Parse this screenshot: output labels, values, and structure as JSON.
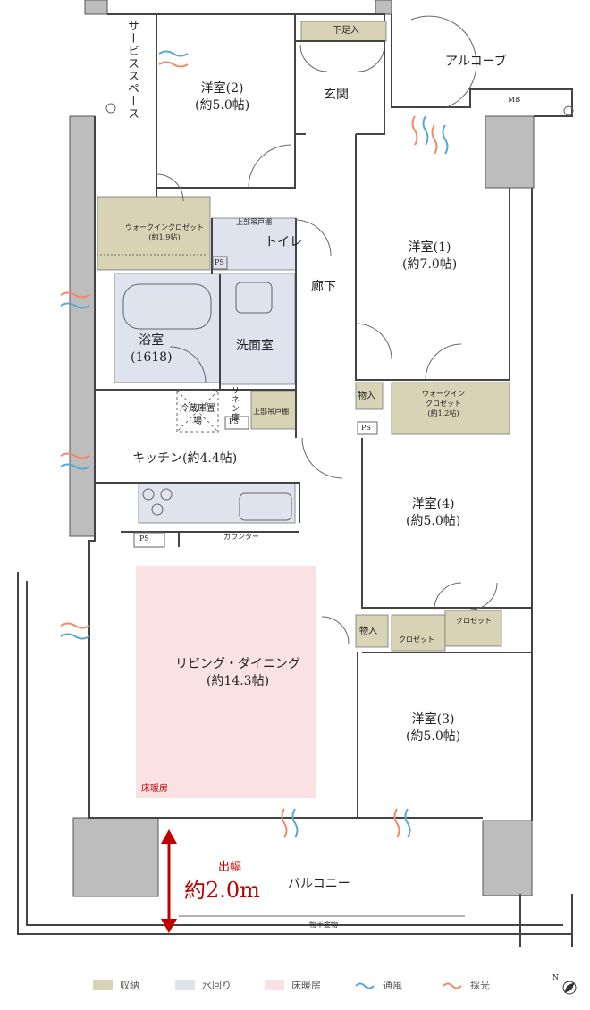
{
  "rooms": {
    "service_space": "サービススペース",
    "western2_name": "洋室(2)",
    "western2_size": "(約5.0帖)",
    "entrance": "玄関",
    "shoe_cabinet": "下足入",
    "alcove": "アルコーブ",
    "mb": "MB",
    "wic1_name": "ウォークインクロゼット",
    "wic1_size": "(約1.9帖)",
    "upper_cabinet_toilet": "上部吊戸棚",
    "toilet": "トイレ",
    "ps_toilet": "PS",
    "hallway": "廊下",
    "western1_name": "洋室(1)",
    "western1_size": "(約7.0帖)",
    "bath_name": "浴室",
    "bath_size": "(1618)",
    "washroom": "洗面室",
    "linen": "リネン庫",
    "upper_cabinet_wash": "上部吊戸棚",
    "ps_wash": "PS",
    "fridge": "冷蔵庫置場",
    "storage1": "物入",
    "wic2_name": "ウォークイン",
    "wic2_name2": "クロゼット",
    "wic2_size": "(約1.2帖)",
    "ps_hall": "PS",
    "kitchen": "キッチン(約4.4帖)",
    "ps_kitchen": "PS",
    "counter": "カウンター",
    "western4_name": "洋室(4)",
    "western4_size": "(約5.0帖)",
    "storage2": "物入",
    "closet1": "クロゼット",
    "closet2": "クロゼット",
    "living_name": "リビング・ダイニング",
    "living_size": "(約14.3帖)",
    "floor_heating_label": "床暖房",
    "western3_name": "洋室(3)",
    "western3_size": "(約5.0帖)",
    "balcony": "バルコニー",
    "depth_label": "出幅",
    "depth_value": "約2.0m",
    "clothes_hanger": "物干金物"
  },
  "legend": [
    {
      "label": "収納",
      "color": "#d7d3b4"
    },
    {
      "label": "水回り",
      "color": "#dfe3ee"
    },
    {
      "label": "床暖房",
      "color": "#fbe2e2"
    },
    {
      "label": "通風",
      "color": "#5aa7d6"
    },
    {
      "label": "採光",
      "color": "#f08a6a"
    }
  ],
  "colors": {
    "storage": "#d7d3b4",
    "water": "#dfe3ee",
    "floor_heating": "#fbe2e2",
    "wall": "#b5b5b5",
    "accent_red": "#c00000"
  },
  "compass": "N"
}
